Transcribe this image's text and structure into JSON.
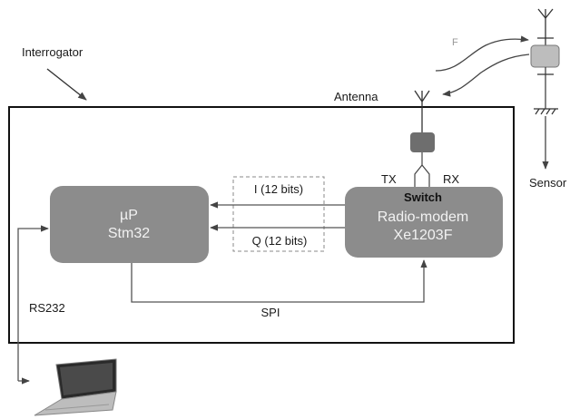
{
  "labels": {
    "interrogator": "Interrogator",
    "antenna": "Antenna",
    "sensor": "Sensor",
    "tx": "TX",
    "rx": "RX",
    "rs232": "RS232",
    "spi": "SPI",
    "i_signal": "I (12 bits)",
    "q_signal": "Q (12 bits)",
    "f": "F"
  },
  "blocks": {
    "processor": {
      "line1": "µP",
      "line2": "Stm32"
    },
    "radio": {
      "title": "Switch",
      "line1": "Radio-modem",
      "line2": "Xe1203F"
    }
  },
  "colors": {
    "block_fill": "#8c8c8c",
    "switch_fill": "#6e6e6e",
    "sensor_fill": "#bdbdbd",
    "line": "#555555",
    "border": "#111111"
  }
}
